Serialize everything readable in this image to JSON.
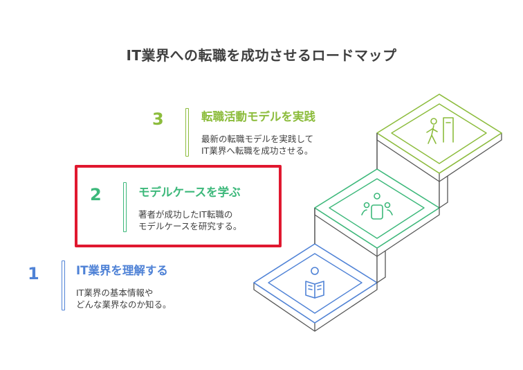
{
  "title": "IT業界への転職を成功させるロードマップ",
  "colors": {
    "step1": "#4f82d6",
    "step2": "#3cb87a",
    "step3": "#8cbc3c",
    "highlight": "#e0182f",
    "stair_side": "#555555",
    "text": "#3f3f3f"
  },
  "steps": [
    {
      "number": "1",
      "title": "IT業界を理解する",
      "desc_line1": "IT業界の基本情報や",
      "desc_line2": "どんな業界なのか知る。",
      "icon": "reading-person-icon"
    },
    {
      "number": "2",
      "title": "モデルケースを学ぶ",
      "desc_line1": "著者が成功したIT転職の",
      "desc_line2": "モデルケースを研究する。",
      "icon": "meeting-table-icon"
    },
    {
      "number": "3",
      "title": "転職活動モデルを実践",
      "desc_line1": "最新の転職モデルを実践して",
      "desc_line2": "IT業界へ転職を成功させる。",
      "icon": "walking-to-door-icon"
    }
  ]
}
